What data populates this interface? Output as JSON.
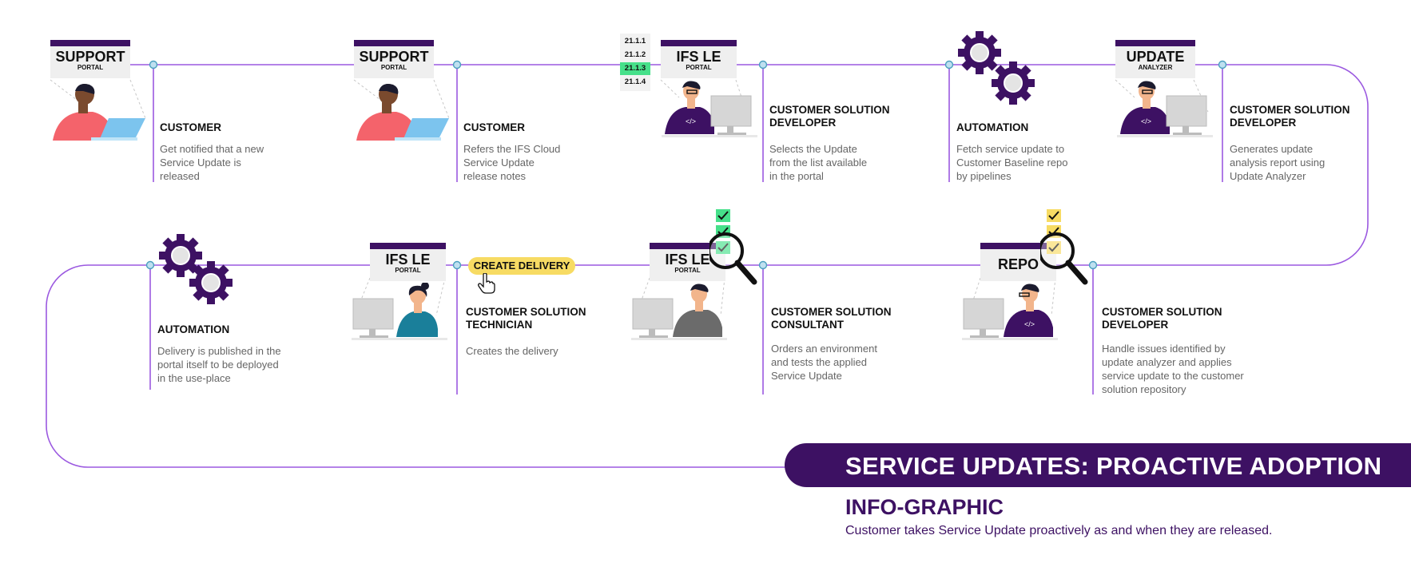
{
  "title": "SERVICE UPDATES: PROACTIVE ADOPTION",
  "subtitle": "INFO-GRAPHIC",
  "description": "Customer takes Service Update proactively as and when they are released.",
  "colors": {
    "brand": "#3d1163",
    "line": "#9b59e0",
    "node": "#bfe0f0",
    "check_green": "#46e08a",
    "check_yellow": "#f7db63",
    "version_highlight": "#46e08a"
  },
  "version_list": [
    "21.1.1",
    "21.1.2",
    "21.1.3",
    "21.1.4"
  ],
  "version_selected": "21.1.3",
  "steps": [
    {
      "role": "CUSTOMER",
      "desc": "Get notified that a new\nService Update is\nreleased",
      "portal": {
        "big": "SUPPORT",
        "small": "PORTAL"
      },
      "icon": "customer-laptop-icon"
    },
    {
      "role": "CUSTOMER",
      "desc": "Refers the IFS Cloud\nService Update\nrelease notes",
      "portal": {
        "big": "SUPPORT",
        "small": "PORTAL"
      },
      "icon": "customer-laptop-icon"
    },
    {
      "role": "CUSTOMER SOLUTION\nDEVELOPER",
      "desc": "Selects the Update\nfrom the list available\nin the portal",
      "portal": {
        "big": "IFS LE",
        "small": "PORTAL"
      },
      "icon": "developer-desktop-icon"
    },
    {
      "role": "AUTOMATION",
      "desc": "Fetch service update to\nCustomer Baseline repo\nby pipelines",
      "icon": "gears-icon"
    },
    {
      "role": "CUSTOMER SOLUTION\nDEVELOPER",
      "desc": "Generates update\nanalysis report using\nUpdate Analyzer",
      "portal": {
        "big": "UPDATE",
        "small": "ANALYZER"
      },
      "icon": "developer-desktop-icon"
    },
    {
      "role": "CUSTOMER SOLUTION\nDEVELOPER",
      "desc": "Handle issues identified by\nupdate analyzer and applies\nservice update to the customer\nsolution repository",
      "portal": {
        "big": "REPO",
        "small": ""
      },
      "icon": "developer-desktop-icon"
    },
    {
      "role": "CUSTOMER SOLUTION\nCONSULTANT",
      "desc": "Orders an environment\nand tests the applied\nService Update",
      "portal": {
        "big": "IFS LE",
        "small": "PORTAL"
      },
      "icon": "consultant-desktop-icon"
    },
    {
      "role": "CUSTOMER SOLUTION\nTECHNICIAN",
      "desc": "Creates the delivery",
      "portal": {
        "big": "IFS LE",
        "small": "PORTAL"
      },
      "button": "CREATE DELIVERY",
      "icon": "technician-desktop-icon"
    },
    {
      "role": "AUTOMATION",
      "desc": "Delivery is published in the\nportal itself to be deployed\nin the use-place",
      "icon": "gears-icon"
    }
  ]
}
